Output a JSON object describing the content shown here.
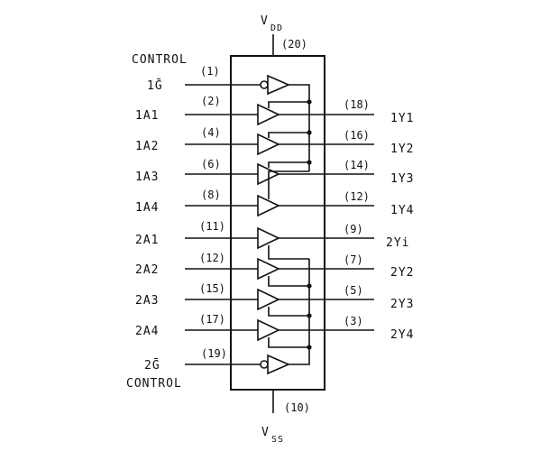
{
  "power": {
    "vdd_main": "V",
    "vdd_sub": "DD",
    "vdd_pin": "(20)",
    "vss_main": "V",
    "vss_sub": "SS",
    "vss_pin": "(10)"
  },
  "control_top": "CONTROL",
  "control_bottom": "CONTROL",
  "enable_1": {
    "label": "1Ḡ",
    "pin": "(1)"
  },
  "enable_2": {
    "label": "2Ḡ",
    "pin": "(19)"
  },
  "inputs": [
    {
      "label": "1A1",
      "pin": "(2)"
    },
    {
      "label": "1A2",
      "pin": "(4)"
    },
    {
      "label": "1A3",
      "pin": "(6)"
    },
    {
      "label": "1A4",
      "pin": "(8)"
    },
    {
      "label": "2A1",
      "pin": "(11)"
    },
    {
      "label": "2A2",
      "pin": "(12)"
    },
    {
      "label": "2A3",
      "pin": "(15)"
    },
    {
      "label": "2A4",
      "pin": "(17)"
    }
  ],
  "outputs": [
    {
      "label": "1Y1",
      "pin": "(18)"
    },
    {
      "label": "1Y2",
      "pin": "(16)"
    },
    {
      "label": "1Y3",
      "pin": "(14)"
    },
    {
      "label": "1Y4",
      "pin": "(12)"
    },
    {
      "label": "2Yi",
      "pin": "(9)"
    },
    {
      "label": "2Y2",
      "pin": "(7)"
    },
    {
      "label": "2Y3",
      "pin": "(5)"
    },
    {
      "label": "2Y4",
      "pin": "(3)"
    }
  ]
}
